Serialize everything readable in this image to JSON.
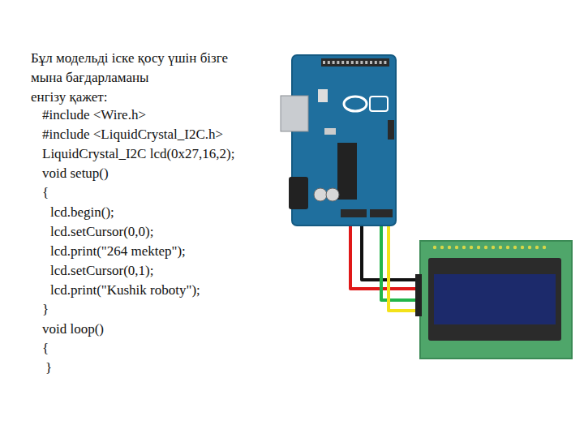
{
  "diagram": {
    "labels": [
      "Бұл модельді іске қосу үшін бізге",
      "мына бағдарламаны",
      "енгізу қажет:",
      "#include <Wire.h>",
      "#include <LiquidCrystal_I2C.h>",
      "LiquidCrystal_I2C lcd(0x27,16,2);",
      "void setup()",
      "{",
      "lcd.begin();",
      "lcd.setCursor(0,0);",
      "lcd.print(\"264 mektep\");",
      "lcd.setCursor(0,1);",
      "lcd.print(\"Kushik roboty\");",
      "}",
      "void loop()",
      "{",
      "}"
    ]
  }
}
